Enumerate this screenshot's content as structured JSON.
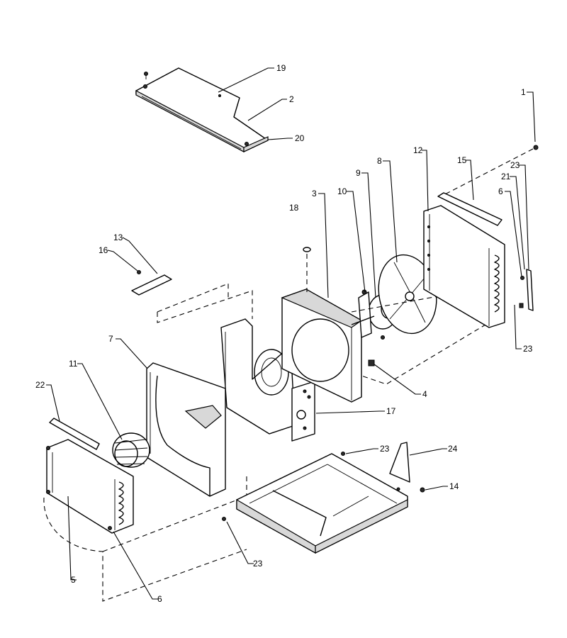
{
  "diagram": {
    "callouts": {
      "c1": "1",
      "c2": "2",
      "c3": "3",
      "c4": "4",
      "c5": "5",
      "c6a": "6",
      "c6b": "6",
      "c7": "7",
      "c8": "8",
      "c9": "9",
      "c10": "10",
      "c11": "11",
      "c12": "12",
      "c13": "13",
      "c14": "14",
      "c15": "15",
      "c16": "16",
      "c17": "17",
      "c18": "18",
      "c19": "19",
      "c20": "20",
      "c21": "21",
      "c22": "22",
      "c23a": "23",
      "c23b": "23",
      "c23c": "23",
      "c23d": "23",
      "c24": "24"
    }
  }
}
